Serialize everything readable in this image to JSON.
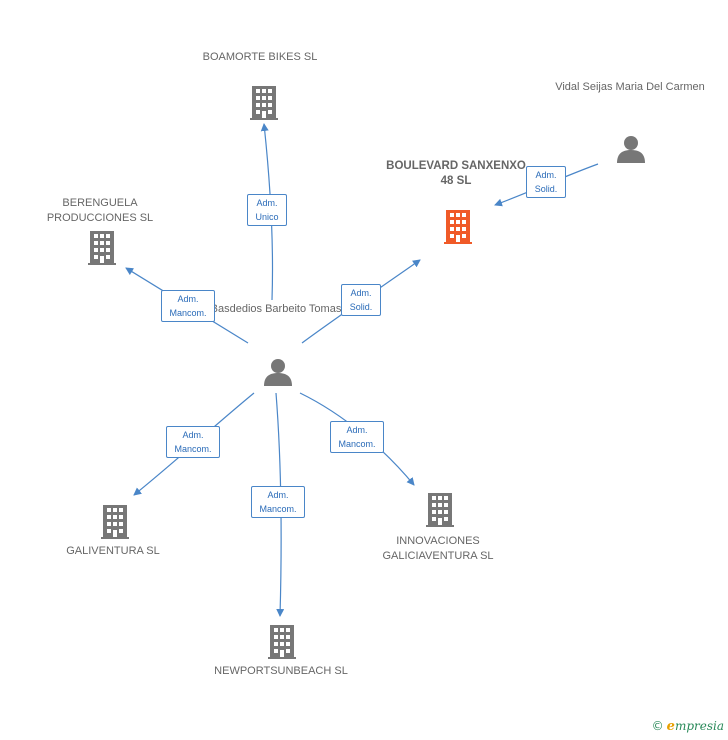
{
  "nodes": {
    "boamorte": "BOAMORTE BIKES SL",
    "vidal": "Vidal Seijas Maria Del Carmen",
    "boulevard": "BOULEVARD SANXENXO 48 SL",
    "berenguela": "BERENGUELA PRODUCCIONES SL",
    "basdedios": "Basdedios Barbeito Tomas",
    "galiventura": "GALIVENTURA SL",
    "innovaciones": "INNOVACIONES GALICIAVENTURA SL",
    "newport": "NEWPORTSUNBEACH SL"
  },
  "edges": {
    "boamorte": [
      "Adm.",
      "Unico"
    ],
    "vidal": [
      "Adm.",
      "Solid."
    ],
    "boulevard": [
      "Adm.",
      "Solid."
    ],
    "berenguela": [
      "Adm.",
      "Mancom."
    ],
    "galiventura": [
      "Adm.",
      "Mancom."
    ],
    "newport": [
      "Adm.",
      "Mancom."
    ],
    "innovaciones": [
      "Adm.",
      "Mancom."
    ]
  },
  "colors": {
    "company": "#777777",
    "focus_company": "#f05a28",
    "person": "#777777",
    "edge": "#4a86c8"
  },
  "icons": {
    "company": "building-icon",
    "person": "person-icon"
  },
  "footer": {
    "symbol": "©",
    "brand_initial": "e",
    "brand_rest": "mpresia"
  }
}
